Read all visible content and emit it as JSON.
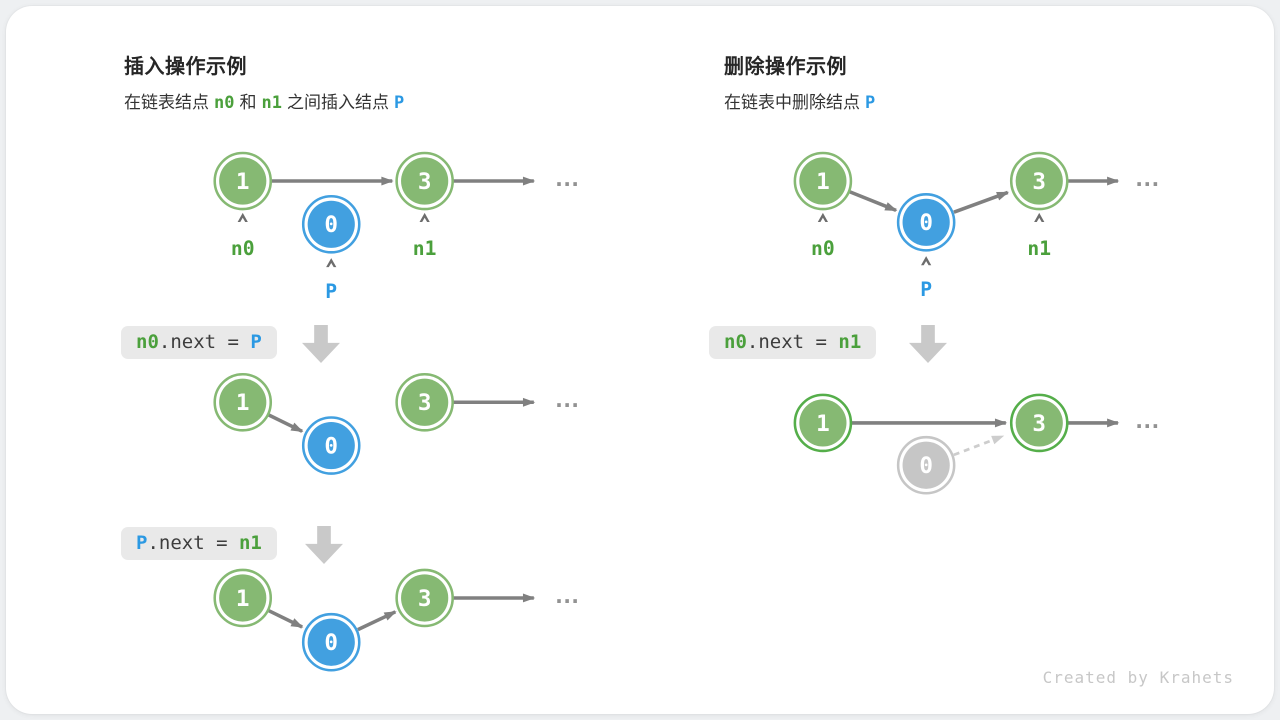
{
  "colors": {
    "green_node": "#86b973",
    "green_ring_highlight": "#55ae4a",
    "blue_node": "#42a0e0",
    "gray_node": "#c6c6c6",
    "label_green": "#4ba03c",
    "label_blue": "#2b99e3",
    "arrow_gray": "#808080",
    "arrow_light": "#cdcdcd",
    "pill_bg": "#e9e9e9",
    "code_text": "#3d3d3d",
    "caret_gray": "#6d6d6d",
    "watermark_gray": "#c7c7c7"
  },
  "left": {
    "title": "插入操作示例",
    "subtitle": {
      "pre": "在链表结点",
      "n0": "n0",
      "and": "和",
      "n1": "n1",
      "mid": "之间插入结点",
      "p": "P"
    },
    "code1": {
      "a": "n0",
      "op": ".next = ",
      "b": "P"
    },
    "code2": {
      "a": "P",
      "op": ".next = ",
      "b": "n1"
    },
    "d1": {
      "node1": "1",
      "nodeP": "0",
      "node3": "3",
      "label_n0": "n0",
      "label_p": "P",
      "label_n1": "n1",
      "ellipsis": "..."
    },
    "d2": {
      "node1": "1",
      "nodeP": "0",
      "node3": "3",
      "ellipsis": "..."
    },
    "d3": {
      "node1": "1",
      "nodeP": "0",
      "node3": "3",
      "ellipsis": "..."
    }
  },
  "right": {
    "title": "删除操作示例",
    "subtitle": {
      "pre": "在链表中删除结点",
      "p": "P"
    },
    "code1": {
      "a": "n0",
      "op": ".next = ",
      "b": "n1"
    },
    "d1": {
      "node1": "1",
      "nodeP": "0",
      "node3": "3",
      "label_n0": "n0",
      "label_p": "P",
      "label_n1": "n1",
      "ellipsis": "..."
    },
    "d2": {
      "node1": "1",
      "nodeP": "0",
      "node3": "3",
      "ellipsis": "..."
    }
  },
  "watermark": "Created by Krahets"
}
